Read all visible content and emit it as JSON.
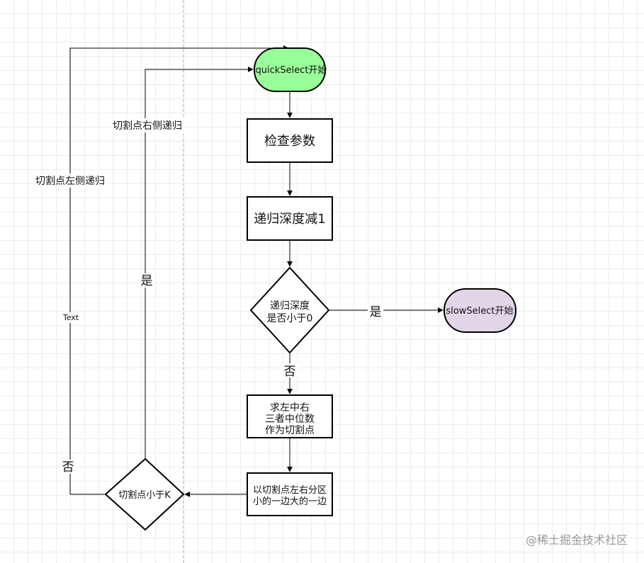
{
  "nodes": {
    "quickselect_start": "quickSelect开始",
    "check_params": "检查参数",
    "depth_decrement": "递归深度减1",
    "depth_check_line1": "递归深度",
    "depth_check_line2": "是否小于0",
    "slowselect_start": "slowSelect开始",
    "median_line1": "求左中右",
    "median_line2": "三者中位数",
    "median_line3": "作为切割点",
    "partition_line1": "以切割点左右分区",
    "partition_line2": "小的一边大的一边",
    "pivot_check": "切割点小于K"
  },
  "edges": {
    "yes_to_slow": "是",
    "no_from_depth": "否",
    "yes_from_pivot": "是",
    "no_from_pivot": "否",
    "recurse_right": "切割点右侧递归",
    "recurse_left": "切割点左侧递归",
    "stray_text": "Text"
  },
  "watermark": "@稀土掘金技术社区",
  "colors": {
    "start_fill": "#99ff99",
    "slow_fill": "#e1d5e7",
    "stroke": "#000000"
  }
}
